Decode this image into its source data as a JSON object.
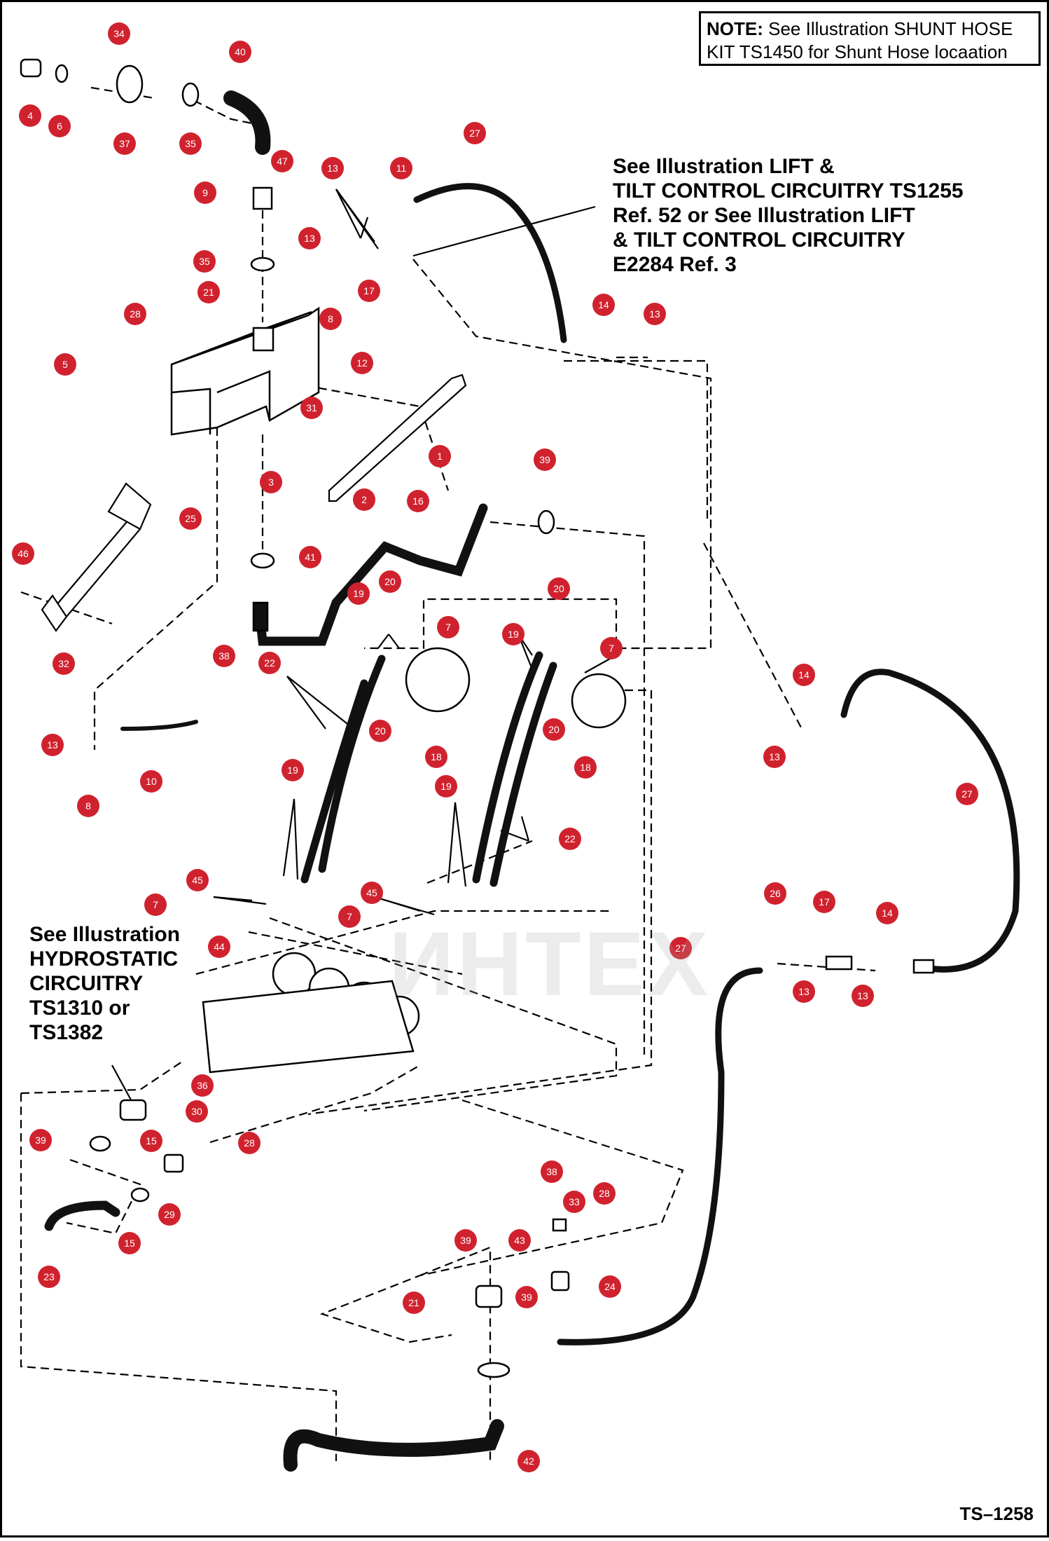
{
  "note": {
    "label": "NOTE:",
    "text": "See Illustration SHUNT HOSE KIT TS1450 for Shunt Hose locaation"
  },
  "callouts": {
    "lift_tilt": [
      "See Illustration LIFT &",
      "TILT CONTROL CIRCUITRY TS1255",
      "Ref. 52 or See Illustration LIFT",
      "& TILT CONTROL CIRCUITRY",
      "E2284 Ref. 3"
    ],
    "hydrostatic": [
      "See Illustration",
      "HYDROSTATIC",
      "CIRCUITRY",
      "TS1310 or",
      "TS1382"
    ]
  },
  "watermark": "ИНТЕХ",
  "page_id": "TS–1258",
  "colors": {
    "badge": "#d0222e",
    "ink": "#000000",
    "watermark": "#e15050"
  },
  "parts": [
    {
      "n": "34",
      "label": "34"
    },
    {
      "n": "40",
      "label": "40"
    },
    {
      "n": "4",
      "label": "4"
    },
    {
      "n": "6",
      "label": "6"
    },
    {
      "n": "37",
      "label": "37"
    },
    {
      "n": "35",
      "label": "35"
    },
    {
      "n": "47",
      "label": "47"
    },
    {
      "n": "13",
      "label": "13"
    },
    {
      "n": "11",
      "label": "11"
    },
    {
      "n": "27",
      "label": "27"
    },
    {
      "n": "9",
      "label": "9"
    },
    {
      "n": "13",
      "label": "13"
    },
    {
      "n": "35",
      "label": "35"
    },
    {
      "n": "21",
      "label": "21"
    },
    {
      "n": "17",
      "label": "17"
    },
    {
      "n": "8",
      "label": "8"
    },
    {
      "n": "28",
      "label": "28"
    },
    {
      "n": "14",
      "label": "14"
    },
    {
      "n": "13",
      "label": "13"
    },
    {
      "n": "5",
      "label": "5"
    },
    {
      "n": "12",
      "label": "12"
    },
    {
      "n": "31",
      "label": "31"
    },
    {
      "n": "1",
      "label": "1"
    },
    {
      "n": "39",
      "label": "39"
    },
    {
      "n": "3",
      "label": "3"
    },
    {
      "n": "2",
      "label": "2"
    },
    {
      "n": "16",
      "label": "16"
    },
    {
      "n": "25",
      "label": "25"
    },
    {
      "n": "46",
      "label": "46"
    },
    {
      "n": "41",
      "label": "41"
    },
    {
      "n": "20",
      "label": "20"
    },
    {
      "n": "19",
      "label": "19"
    },
    {
      "n": "20",
      "label": "20"
    },
    {
      "n": "7",
      "label": "7"
    },
    {
      "n": "19",
      "label": "19"
    },
    {
      "n": "7",
      "label": "7"
    },
    {
      "n": "32",
      "label": "32"
    },
    {
      "n": "38",
      "label": "38"
    },
    {
      "n": "22",
      "label": "22"
    },
    {
      "n": "14",
      "label": "14"
    },
    {
      "n": "20",
      "label": "20"
    },
    {
      "n": "20",
      "label": "20"
    },
    {
      "n": "13",
      "label": "13"
    },
    {
      "n": "10",
      "label": "10"
    },
    {
      "n": "8",
      "label": "8"
    },
    {
      "n": "18",
      "label": "18"
    },
    {
      "n": "18",
      "label": "18"
    },
    {
      "n": "13",
      "label": "13"
    },
    {
      "n": "19",
      "label": "19"
    },
    {
      "n": "19",
      "label": "19"
    },
    {
      "n": "27",
      "label": "27"
    },
    {
      "n": "22",
      "label": "22"
    },
    {
      "n": "45",
      "label": "45"
    },
    {
      "n": "7",
      "label": "7"
    },
    {
      "n": "45",
      "label": "45"
    },
    {
      "n": "7",
      "label": "7"
    },
    {
      "n": "26",
      "label": "26"
    },
    {
      "n": "17",
      "label": "17"
    },
    {
      "n": "14",
      "label": "14"
    },
    {
      "n": "44",
      "label": "44"
    },
    {
      "n": "27",
      "label": "27"
    },
    {
      "n": "13",
      "label": "13"
    },
    {
      "n": "13",
      "label": "13"
    },
    {
      "n": "36",
      "label": "36"
    },
    {
      "n": "30",
      "label": "30"
    },
    {
      "n": "39",
      "label": "39"
    },
    {
      "n": "15",
      "label": "15"
    },
    {
      "n": "28",
      "label": "28"
    },
    {
      "n": "38",
      "label": "38"
    },
    {
      "n": "33",
      "label": "33"
    },
    {
      "n": "28",
      "label": "28"
    },
    {
      "n": "29",
      "label": "29"
    },
    {
      "n": "15",
      "label": "15"
    },
    {
      "n": "39",
      "label": "39"
    },
    {
      "n": "43",
      "label": "43"
    },
    {
      "n": "23",
      "label": "23"
    },
    {
      "n": "24",
      "label": "24"
    },
    {
      "n": "21",
      "label": "21"
    },
    {
      "n": "39",
      "label": "39"
    },
    {
      "n": "42",
      "label": "42"
    }
  ]
}
